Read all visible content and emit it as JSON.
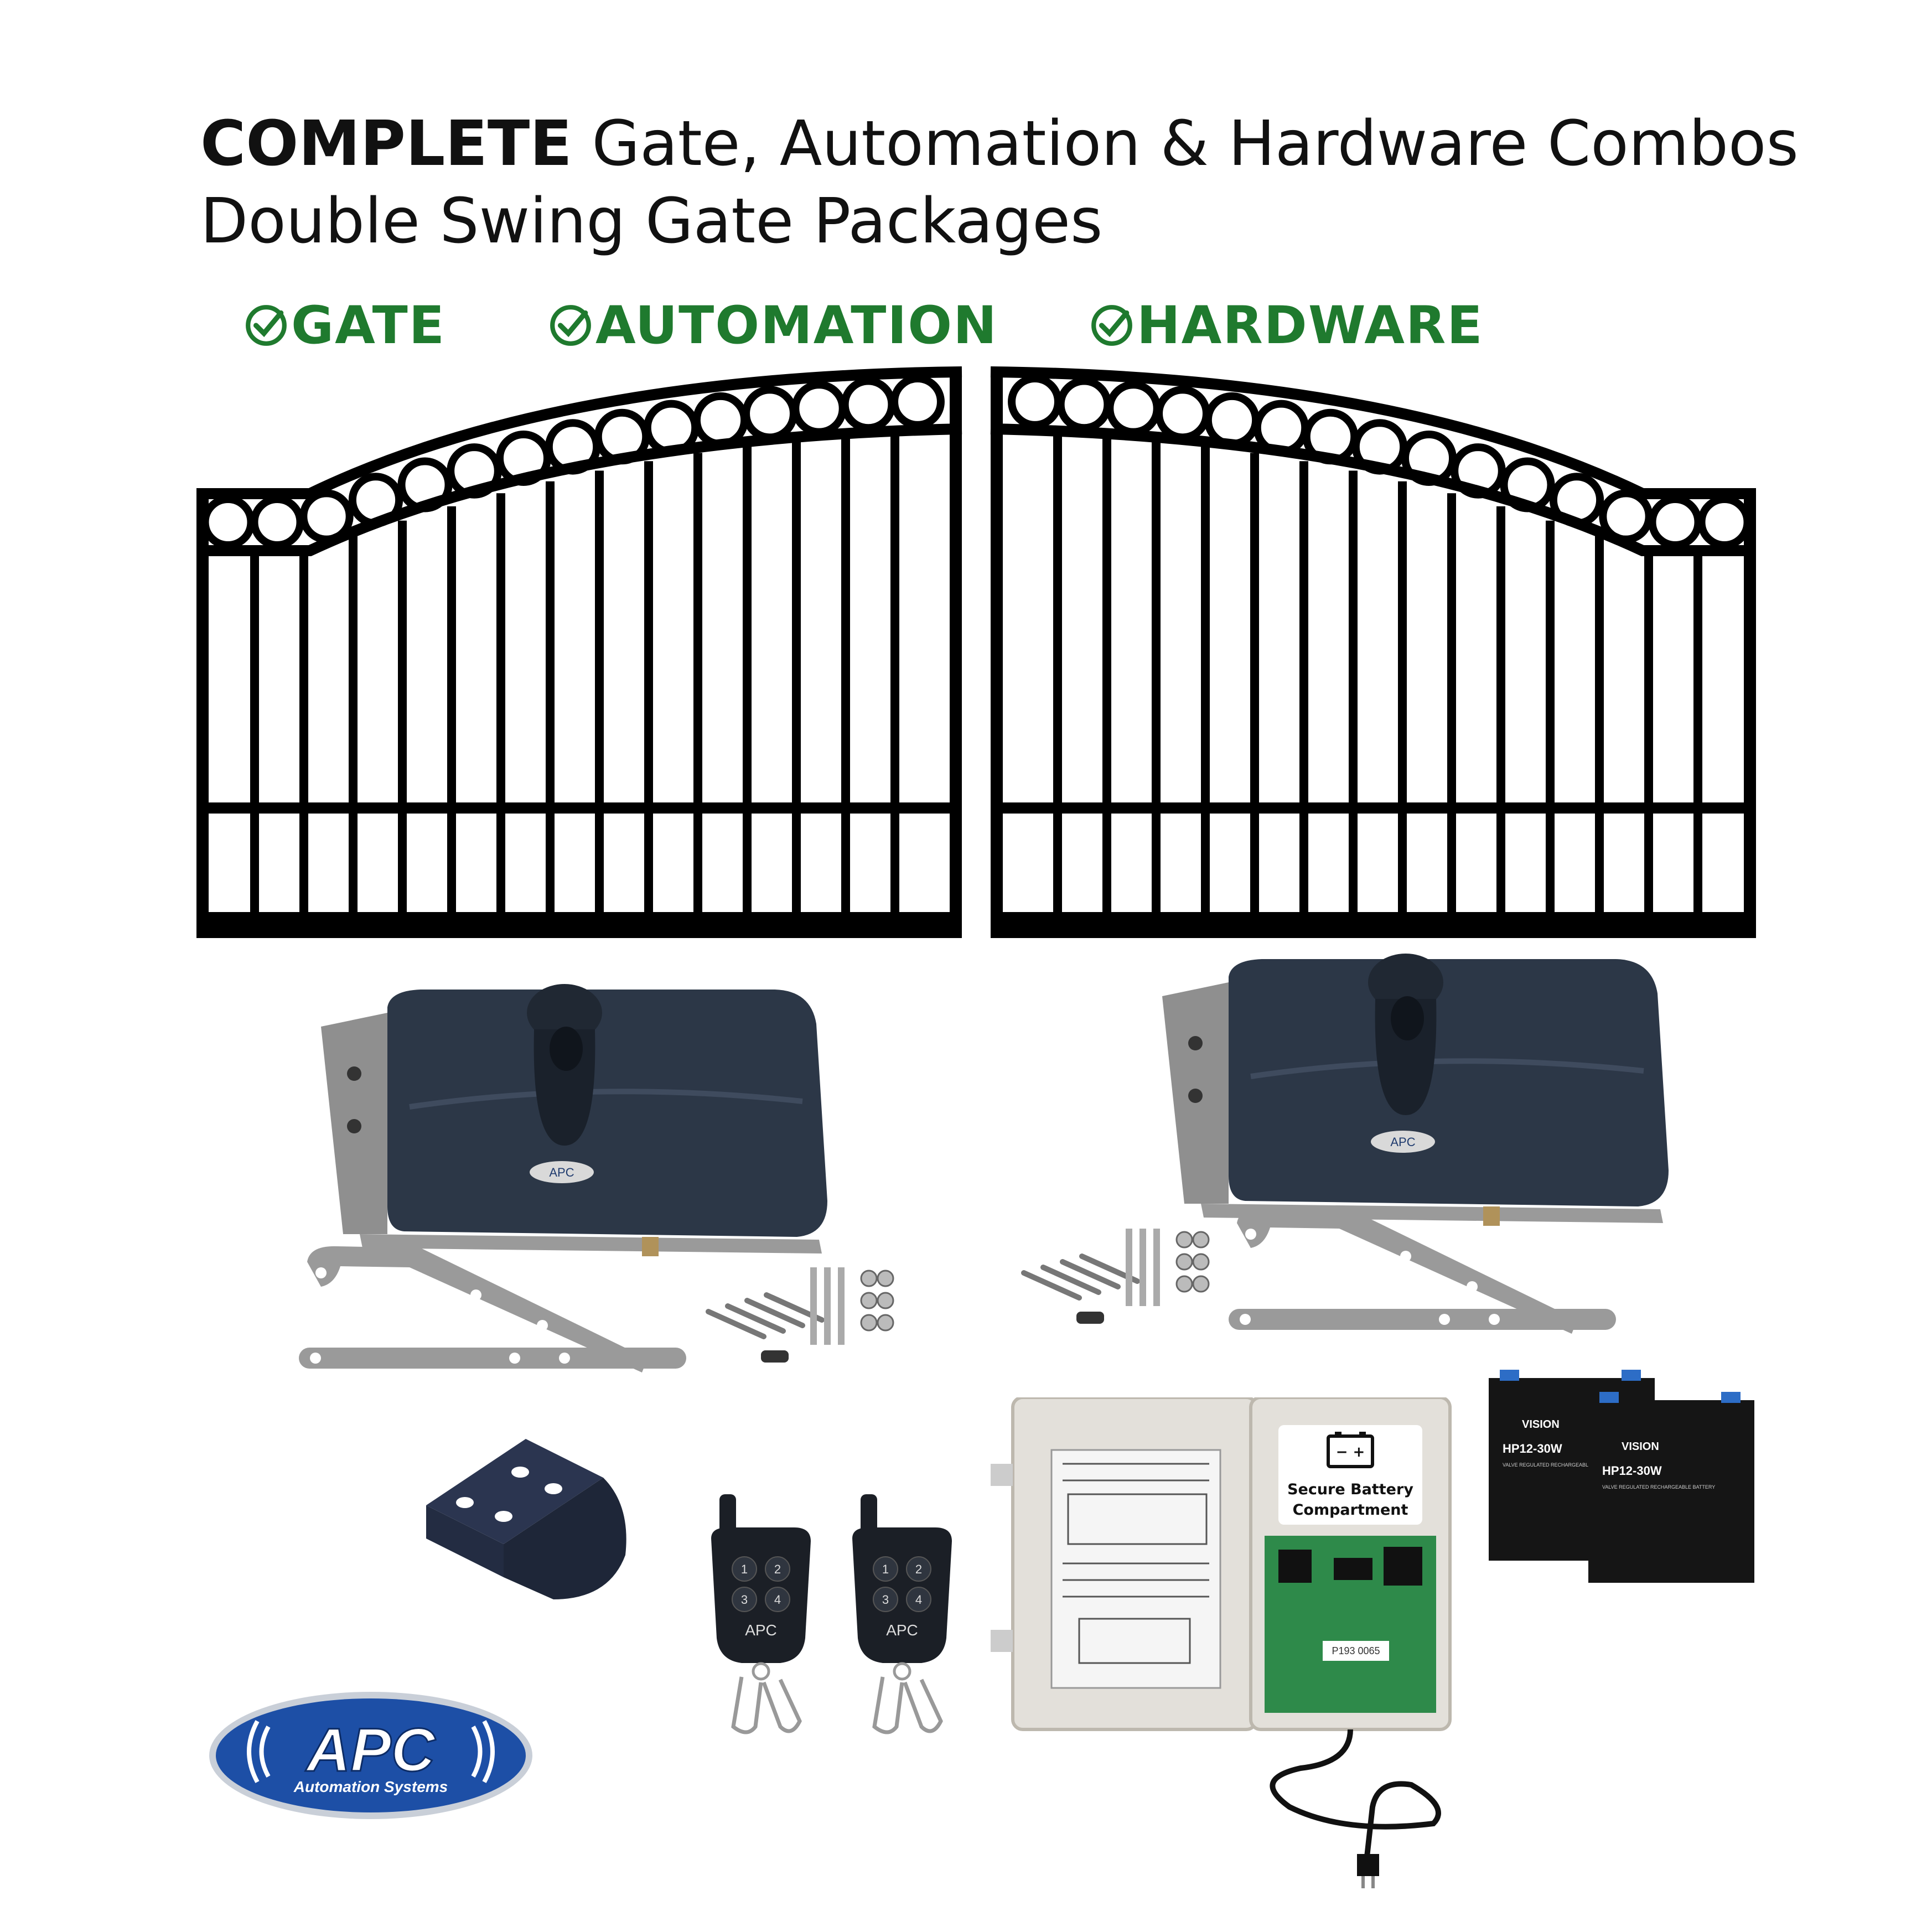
{
  "header": {
    "title_bold": "COMPLETE",
    "title_rest": "Gate, Automation & Hardware Combos",
    "subtitle": "Double Swing Gate Packages"
  },
  "features": [
    {
      "label": "GATE",
      "icon": "check-circle-icon"
    },
    {
      "label": "AUTOMATION",
      "icon": "check-circle-icon"
    },
    {
      "label": "HARDWARE",
      "icon": "check-circle-icon"
    }
  ],
  "products": {
    "motor_badge": "APC",
    "remote_badge": "APC",
    "remote_buttons": [
      "1",
      "2",
      "3",
      "4"
    ],
    "battery_compartment_label_line1": "Secure Battery",
    "battery_compartment_label_line2": "Compartment",
    "battery_brand": "VISION",
    "battery_model": "HP12-30W",
    "battery_subtitle": "VALVE REGULATED RECHARGEABLE BATTERY",
    "board_sticker": "P193 0065"
  },
  "logo": {
    "brand": "APC",
    "tagline": "Automation Systems"
  },
  "colors": {
    "accent_green": "#1f7a2e",
    "gate_black": "#000000",
    "motor_navy": "#2c3747",
    "arm_grey": "#9a9a9a",
    "logo_blue": "#1d4fa6"
  }
}
